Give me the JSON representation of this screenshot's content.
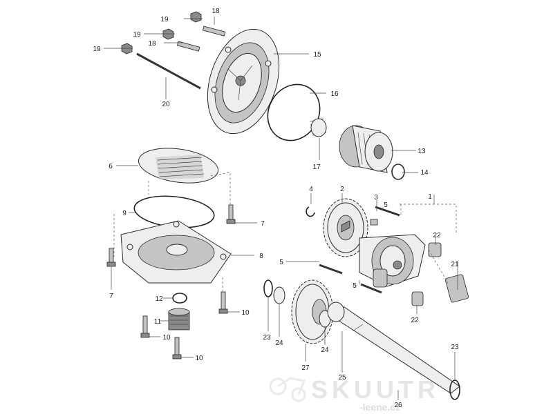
{
  "callouts": [
    "1",
    "2",
    "3",
    "4",
    "5",
    "6",
    "7",
    "8",
    "9",
    "10",
    "11",
    "12",
    "13",
    "14",
    "15",
    "16",
    "17",
    "18",
    "19",
    "20",
    "21",
    "22",
    "23",
    "24",
    "25",
    "26",
    "27"
  ],
  "watermark": {
    "brand": "SKUUTR",
    "site": "-leene.cz"
  }
}
